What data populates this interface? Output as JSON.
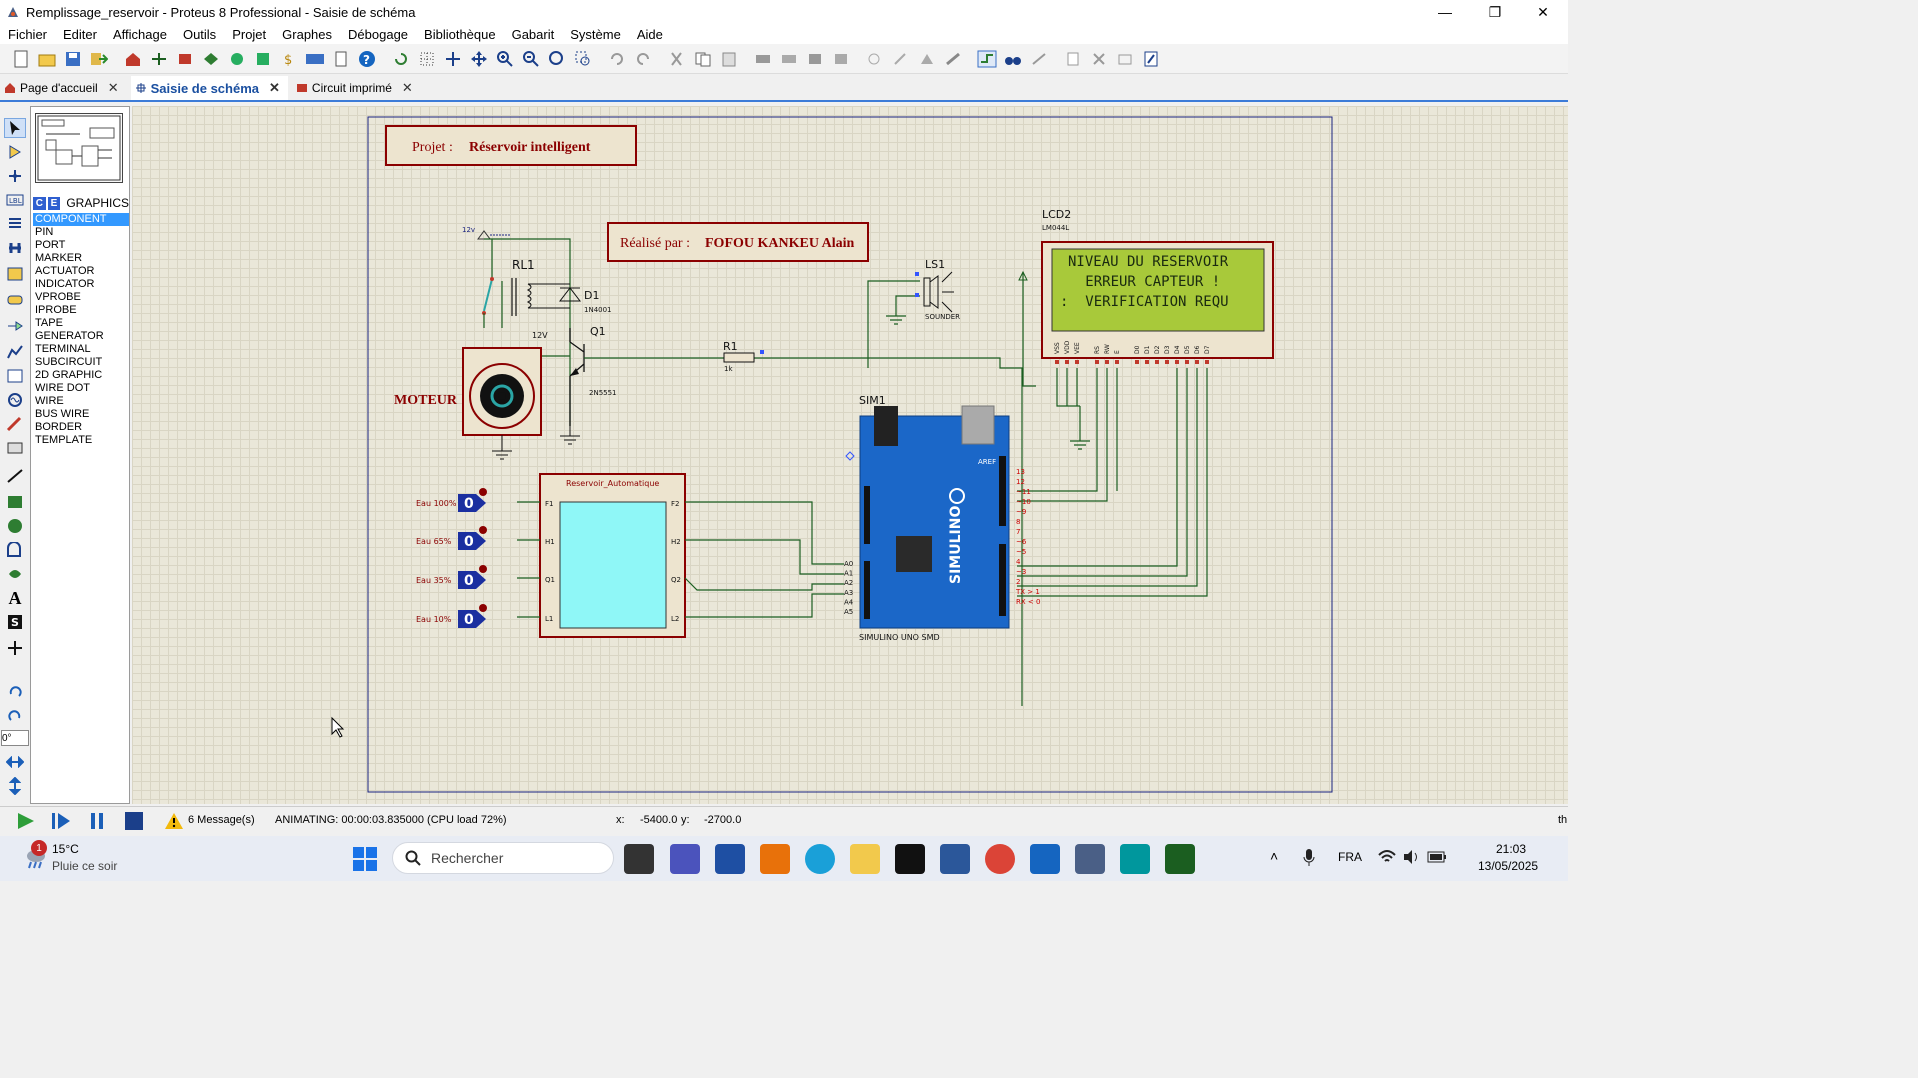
{
  "window": {
    "title": "Remplissage_reservoir - Proteus 8 Professional - Saisie de schéma",
    "minimize": "—",
    "maximize": "❐",
    "close": "✕"
  },
  "menu": [
    "Fichier",
    "Editer",
    "Affichage",
    "Outils",
    "Projet",
    "Graphes",
    "Débogage",
    "Bibliothèque",
    "Gabarit",
    "Système",
    "Aide"
  ],
  "tabs": [
    {
      "label": "Page d'accueil",
      "active": false
    },
    {
      "label": "Saisie de schéma",
      "active": true
    },
    {
      "label": "Circuit imprimé",
      "active": false
    }
  ],
  "panel": {
    "mode_buttons": [
      "C",
      "E"
    ],
    "header": "GRAPHICS",
    "items": [
      "COMPONENT",
      "PIN",
      "PORT",
      "MARKER",
      "ACTUATOR",
      "INDICATOR",
      "VPROBE",
      "IPROBE",
      "TAPE",
      "GENERATOR",
      "TERMINAL",
      "SUBCIRCUIT",
      "2D GRAPHIC",
      "WIRE DOT",
      "WIRE",
      "BUS WIRE",
      "BORDER",
      "TEMPLATE"
    ],
    "selected": "COMPONENT",
    "rotation_value": "0°"
  },
  "schematic": {
    "project_label": "Projet  :",
    "project_name": "Réservoir intelligent",
    "author_label": "Réalisé par :",
    "author_name": "FOFOU KANKEU Alain",
    "relay_ref": "RL1",
    "relay_voltage": "12V",
    "supply_label": "12v",
    "diode_ref": "D1",
    "diode_part": "1N4001",
    "transistor_ref": "Q1",
    "transistor_part": "2N5551",
    "resistor_ref": "R1",
    "resistor_value": "1k",
    "motor_label": "MOTEUR",
    "sounder_ref": "LS1",
    "sounder_part": "SOUNDER",
    "lcd_ref": "LCD2",
    "lcd_part": "LM044L",
    "lcd_lines": [
      "NIVEAU DU RESERVOIR",
      "   ERREUR CAPTEUR !",
      ":  VERIFICATION REQU"
    ],
    "lcd_pins": [
      "VSS",
      "VDD",
      "VEE",
      "RS",
      "RW",
      "E",
      "D0",
      "D1",
      "D2",
      "D3",
      "D4",
      "D5",
      "D6",
      "D7"
    ],
    "arduino_ref": "SIM1",
    "arduino_part": "SIMULINO UNO SMD",
    "arduino_brand": "SIMULINO",
    "tank_title": "Reservoir_Automatique",
    "tank_pins_left": [
      "F1",
      "H1",
      "Q1",
      "L1"
    ],
    "tank_pins_right": [
      "F2",
      "H2",
      "Q2",
      "L2"
    ],
    "level_inputs": [
      {
        "label": "Eau 100%",
        "value": "0"
      },
      {
        "label": "Eau 65%",
        "value": "0"
      },
      {
        "label": "Eau 35%",
        "value": "0"
      },
      {
        "label": "Eau 10%",
        "value": "0"
      }
    ],
    "arduino_analog": [
      "A0",
      "A1",
      "A2",
      "A3",
      "A4",
      "A5"
    ],
    "arduino_digital": [
      "AREF",
      "13",
      "12",
      "~11",
      "~10",
      "~9",
      "8",
      "7",
      "~6",
      "~5",
      "4",
      "~3",
      "2",
      "TX > 1",
      "RX < 0"
    ]
  },
  "status": {
    "messages": "6 Message(s)",
    "animating": "ANIMATING: 00:00:03.835000 (CPU load 72%)",
    "x_label": "x:",
    "x_value": "-5400.0",
    "y_label": "y:",
    "y_value": "-2700.0",
    "right_text": "th"
  },
  "taskbar": {
    "weather_temp": "15°C",
    "weather_desc": "Pluie ce soir",
    "notif_count": "1",
    "search_placeholder": "Rechercher",
    "lang": "FRA",
    "time": "21:03",
    "date": "13/05/2025"
  },
  "colors": {
    "wire": "#1b5e20",
    "lcd_bg": "#a8c93a",
    "tank": "#8ff7f7",
    "arduino": "#1b67c8",
    "title_box": "#ede4cf",
    "label_red": "#8b0000"
  }
}
